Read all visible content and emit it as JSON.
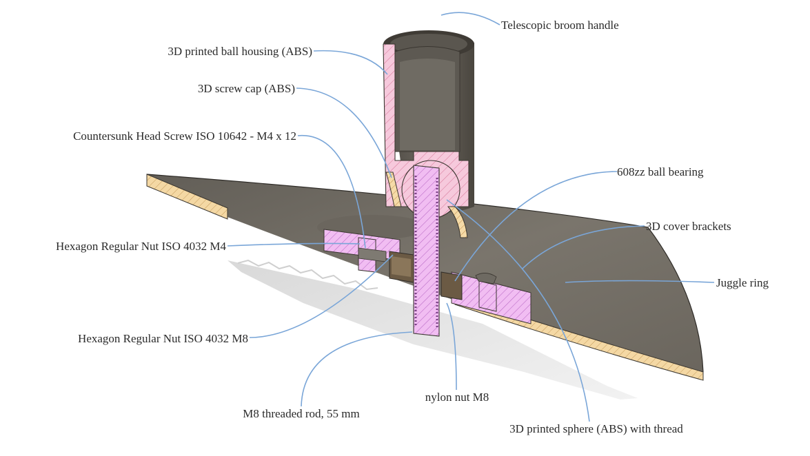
{
  "labels": {
    "telescopic_handle": "Telescopic broom handle",
    "ball_housing": "3D printed ball housing (ABS)",
    "screw_cap": "3D screw cap (ABS)",
    "countersunk_screw": "Countersunk Head Screw ISO 10642 - M4 x 12",
    "ball_bearing": "608zz ball bearing",
    "cover_brackets": "3D cover brackets",
    "nut_m4": "Hexagon Regular Nut ISO 4032 M4",
    "juggle_ring": "Juggle ring",
    "nut_m8": "Hexagon Regular Nut ISO 4032 M8",
    "nylon_nut": "nylon nut M8",
    "threaded_rod": "M8 threaded rod, 55 mm",
    "sphere": "3D printed sphere (ABS) with thread"
  },
  "colors": {
    "section_pink": "#f4c4d8",
    "section_violet": "#efb8f0",
    "wood": "#f2d49a",
    "metal_dark": "#57534d",
    "leader": "#7aa6d8"
  }
}
